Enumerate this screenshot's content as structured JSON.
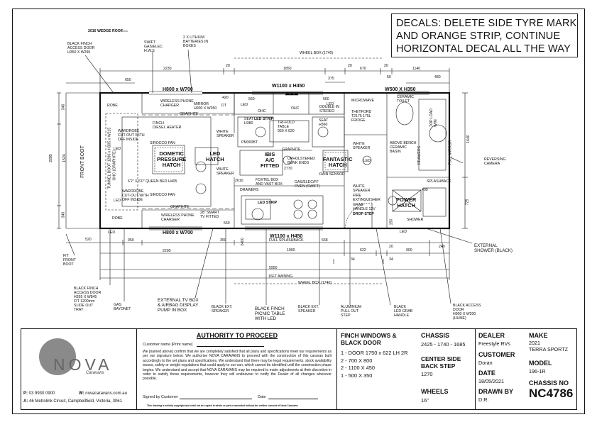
{
  "decal_note": [
    "DECALS: DELETE SIDE TYRE MARK",
    "AND ORANGE STRIP, CONTINUE",
    "HORIZONTAL DECAL ALL THE WAY"
  ],
  "top_labels": {
    "wedge_roof": "2016 WEDGE ROOF",
    "black_finch_door": "BLACK FINCH\nACCESS DOOR\nH350 X W295",
    "swift_gas": "SWIFT\nGAS/ELEC\nH.W.S",
    "lithium": "2 X LITHIUM\nBATTERIES IN\nBOXES",
    "wheel_box_top": "WHEEL BOX (1740)"
  },
  "dimensions_top": {
    "d650": "650",
    "d2230": "2230",
    "d20a": "20",
    "d1850": "1850",
    "d375": "375",
    "d20b": "20",
    "d670": "670",
    "d20c": "20",
    "d1140": "1140",
    "d50": "50",
    "d480": "480"
  },
  "window_labels": {
    "h800_top": "H800 x W700",
    "w1100_top": "W1100 x H450",
    "w500": "W500 X H350",
    "h800_bottom": "H800 x W700",
    "w1100_bottom": "W1100 x H450"
  },
  "left_dims": {
    "d340a": "340",
    "d2285": "2285",
    "d1524": "1524",
    "d340b": "340",
    "front_boot": "FRONT BOOT"
  },
  "right_dims": {
    "d1640": "1640",
    "d725": "725",
    "reversing_camera": "REVERSING\nCAMERA"
  },
  "plan_labels": {
    "robe_top": "ROBE",
    "robe_bottom": "ROBE",
    "wireless_top": "WIRELESS PHONE\nCHARGER",
    "mirror": "MIRROR\nH900 X W350",
    "dt": "DT",
    "d420": "420",
    "graphite_top": "GRAPHITE",
    "led_a": "LED",
    "led_b": "LED",
    "ohc_a": "OHC",
    "ohc_b": "OHC",
    "d560a": "560",
    "d560b": "560",
    "double_stereo": "DOUBLE IN\nSTEREO",
    "microwave": "MICROWAVE",
    "thetford": "THETFORD\nT2175 175L\nFRIDGE",
    "ceramic_toilet": "CERAMIC\nTOILET",
    "top_load": "TOP LOAD\nW/M",
    "finch_heater": "FINCH\nDIESEL HEATER",
    "led_strip": "LED STRIP",
    "trifold": "TRI-FOLD\nTABLE\n950 X 620",
    "seat_h380": "SEAT\nH380",
    "seat_h360": "SEAT\nH360",
    "white_speaker_a": "WHITE\nSPEAKER",
    "white_speaker_b": "WHITE\nSPEAKER",
    "white_speaker_c": "WHITE\nSPEAKER",
    "wardrobe_top": "WARDROBE\nCUT-OUT WITH\nOFF INSIDE",
    "sirocco_a": "SIROCCO FAN",
    "sirocco_b": "SIROCCO FAN",
    "dometic": "DOMETIC\nPRESSURE\nHATCH",
    "led_hatch": "LED\nHATCH",
    "pm300bt": "PM300BT",
    "ibis": "IBIS\nA/C\nFITTED",
    "upholstered": "UPHOLSTERED\nBUNK ENDS",
    "d2770": "2770",
    "graphite_mid": "GRAPHITE",
    "fantastic": "FANTASTIC\nHATCH",
    "rain_sensor": "RAIN SENSOR",
    "above_bench": "ABOVE BENCH\nCERAMIC\nBASIN",
    "drawers_a": "DRAWERS",
    "splashback": "SPLASHBACK",
    "full_mirror": "FULL MIRROR",
    "queen_bed": "6'2\" X 5'0\" QUEEN BED H405",
    "tunnel_boot": "TUNNEL BOOT 1286 x H305 x W215",
    "ohc_graphite": "OHC (GRAPHITE)",
    "wardrobe_bottom": "WARDROBE\nCUT-OUT WITH\nOFF INSIDE",
    "foxtel": "FOXTEL BOX\nAND VAST BOX",
    "gas_oven": "GAS/ELEC/FF\nOVEN (SWIFT)",
    "drawers_b": "DRAWERS",
    "d2610": "2610",
    "led_strip_b": "LED STRIP",
    "white_speaker_d": "WHITE\nSPEAKER",
    "fire_ext": "FIRE\nEXTINGUISHER",
    "grab_handle": "GRAB\nHANDLE 12V",
    "drop_step": "DROP STEP",
    "d400": "400",
    "power_hatch": "POWER\nHATCH",
    "shower": "SHOWER",
    "d150": "150",
    "wireless_bottom": "WIRELESS PHONE\nCHARGER",
    "graphite_bottom": "GRAPHITE",
    "smart_tv": "28\" SMART\nTV FITTED",
    "d560c": "560",
    "led_c": "LED",
    "led_d": "LED",
    "led_e": "LED",
    "led_f": "LED",
    "led_g": "LED",
    "d2400": "2400",
    "full_splashback": "FULL SPLASHBACK",
    "d668": "668"
  },
  "dimensions_bottom": {
    "d520": "520",
    "d950": "950",
    "d350": "350",
    "d1900": "1900",
    "d622": "622",
    "d20": "20",
    "d900": "900",
    "d240": "240",
    "d2200": "2200",
    "d34a": "34",
    "d34b": "34",
    "d5950": "5950",
    "awning": "16FT AWNING",
    "wheel_box": "WHEEL BOX (1740)"
  },
  "bottom_labels": {
    "fit_front_boot": "FIT\nFRONT\nBOOT",
    "black_finch_door2": "BLACK FINCH\nACCESS DOOR\nH355 X W845\nFIT 1200mm\nSLIDE OUT\nTRAY",
    "gas_bayonet": "GAS\nBAYONET",
    "tv_box": "EXTERNAL TV BOX\n& AIRBAG DISPLAY\nPUMP IN BOX",
    "black_ext_a": "BLACK EXT.\nSPEAKER",
    "picnic_table": "BLACK FINCH\nPICNIC TABLE\nWITH LED",
    "black_ext_b": "BLACK EXT.\nSPEAKER",
    "alu_step": "ALUMINIUM\nPULL OUT\nSTEP",
    "black_led_grab": "BLACK\nLED GRAB\nHANDLE",
    "black_access_door": "BLACK ACCESS\nDOOR\nH900 X W200\n(HUME)",
    "ext_shower": "EXTERNAL\nSHOWER (BLACK)"
  },
  "company": {
    "logo_text": "NOVA",
    "logo_sub": "Caravans",
    "phone_label": "P:",
    "phone": "03 9930 0900",
    "web_label": "W:",
    "web": "novacaravans.com.au",
    "address_label": "A:",
    "address": "46 Metrolink Circuit, Campbellfield, Victoria, 3061"
  },
  "authority": {
    "title": "AUTHORITY TO PROCEED",
    "customer_name": "Customer name [Print name]",
    "body": "We [named above] confirm that we are completely satisfied that all plans and specifications meet our requirements as per our signature below. We authorise NOVA CARAVANS to proceed with the construction of this caravan built accordingly to the set plans and specifications. We understand that there may be legal requirements, stock availability issues, safety or weight regulations that could apply to our van, which cannot be identified until the construction phase begins. We understand and accept that NOVA CARAVANS may be required to make adjustments at their discretion in order to satisfy these requirements, however they will endeavour to notify the Dealer of all changes wherever possible.",
    "signed": "Signed by Customer",
    "date": "Date",
    "copyright": "This drawing is strictly copyright and shall not be copied in whole or part or amended without the written consent of Nova Caravans"
  },
  "specs": {
    "windows_title": "FINCH WINDOWS & BLACK DOOR",
    "windows": [
      "1 - DOOR 1750 x 622  LH 2R",
      "2 - 700 X 800",
      "2 - 1100 X 450",
      "1 - 500 X 350"
    ],
    "chassis_label": "CHASSIS",
    "chassis_value": "2425 - 1740 - 1685",
    "center_step_label": "CENTER SIDE BACK STEP",
    "center_step_value": "1270",
    "wheels_label": "WHEELS",
    "wheels_value": "16\""
  },
  "info": {
    "dealer_label": "DEALER",
    "dealer_value": "Freestyle RVs",
    "customer_label": "CUSTOMER",
    "customer_value": "Doran",
    "date_label": "DATE",
    "date_value": "18/05/2021",
    "drawn_label": "DRAWN BY",
    "drawn_value": "D.R.",
    "make_label": "MAKE",
    "make_value": "2021\nTERRA SPORTZ",
    "model_label": "MODEL",
    "model_value": "196-1R",
    "chassis_no_label": "CHASSIS NO",
    "chassis_no_value": "NC4786"
  }
}
